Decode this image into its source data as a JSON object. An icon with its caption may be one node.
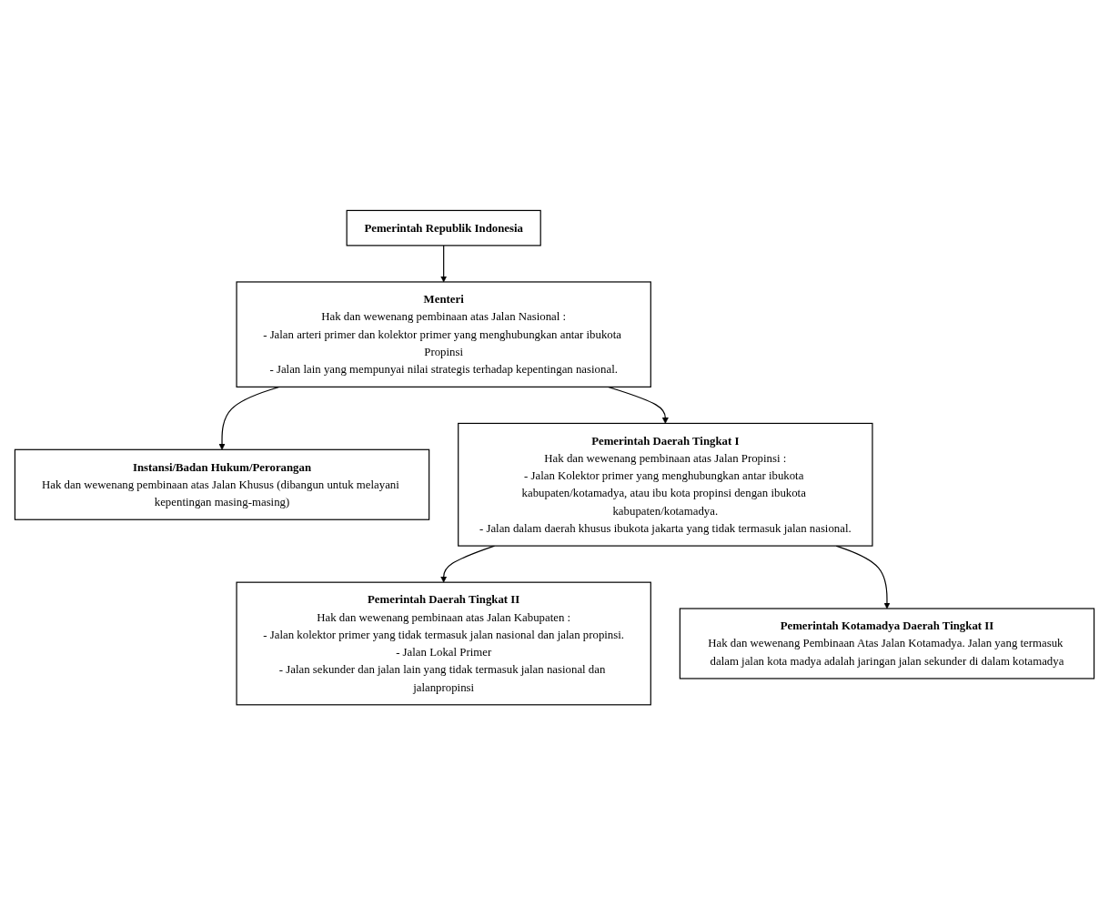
{
  "diagram": {
    "nodes": [
      {
        "text": [
          "Pemerintah Republik Indonesia"
        ]
      },
      {
        "text": [
          "Menteri",
          "Hak dan wewenang pembinaan atas Jalan Nasional :",
          "- Jalan arteri primer dan kolektor primer yang menghubungkan antar ibukota Propinsi",
          "- Jalan lain yang mempunyai nilai strategis terhadap kepentingan nasional."
        ]
      },
      {
        "text": [
          "Instansi/Badan Hukum/Perorangan",
          "Hak dan wewenang pembinaan atas Jalan Khusus (dibangun untuk melayani kepentingan masing-masing)"
        ]
      },
      {
        "text": [
          "Pemerintah Daerah Tingkat I",
          "Hak dan wewenang pembinaan atas Jalan Propinsi :",
          "- Jalan Kolektor primer yang menghubungkan antar ibukota kabupaten/kotamadya, atau ibu kota propinsi dengan ibukota kabupaten/kotamadya.",
          "- Jalan dalam daerah khusus ibukota jakarta yang tidak termasuk jalan nasional."
        ]
      },
      {
        "text": [
          "Pemerintah Daerah Tingkat II",
          "Hak dan wewenang pembinaan atas Jalan Kabupaten :",
          "- Jalan kolektor primer yang tidak termasuk jalan nasional dan jalan propinsi.",
          "- Jalan Lokal Primer",
          "- Jalan sekunder dan jalan lain yang tidak termasuk jalan nasional dan jalanpropinsi"
        ]
      },
      {
        "text": [
          "Pemerintah Kotamadya Daerah Tingkat II",
          "Hak dan wewenang Pembinaan Atas Jalan Kotamadya. Jalan yang termasuk dalam jalan kota madya adalah jaringan jalan sekunder di dalam kotamadya"
        ]
      }
    ],
    "edges": [
      {
        "from": 0,
        "to": 1,
        "arrow": "to"
      },
      {
        "from": 1,
        "to": 2,
        "arrow": "to"
      },
      {
        "from": 1,
        "to": 3,
        "arrow": "to"
      },
      {
        "from": 3,
        "to": 4,
        "arrow": "to"
      },
      {
        "from": 3,
        "to": 5,
        "arrow": "to"
      }
    ]
  }
}
